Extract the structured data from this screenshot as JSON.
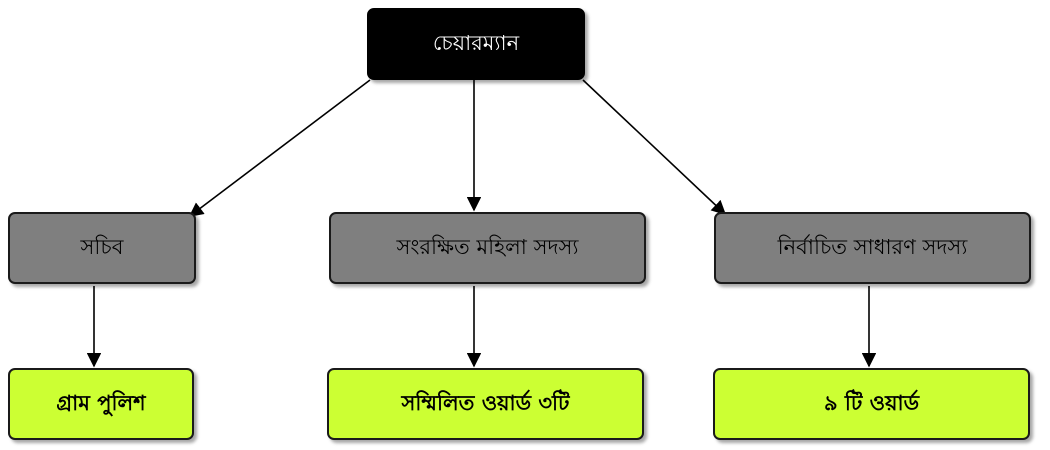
{
  "root": {
    "label": "চেয়ারম্যান"
  },
  "level2": [
    {
      "label": "সচিব"
    },
    {
      "label": "সংরক্ষিত মহিলা সদস্য"
    },
    {
      "label": "নির্বাচিত সাধারণ সদস্য"
    }
  ],
  "level3": [
    {
      "label": "গ্রাম পুলিশ"
    },
    {
      "label": "সম্মিলিত ওয়ার্ড ৩টি"
    },
    {
      "label": "৯ টি ওয়ার্ড"
    }
  ],
  "colors": {
    "root_fill": "#000000",
    "mid_fill": "#7f7f7f",
    "leaf_fill": "#ccff33",
    "line": "#000000"
  }
}
